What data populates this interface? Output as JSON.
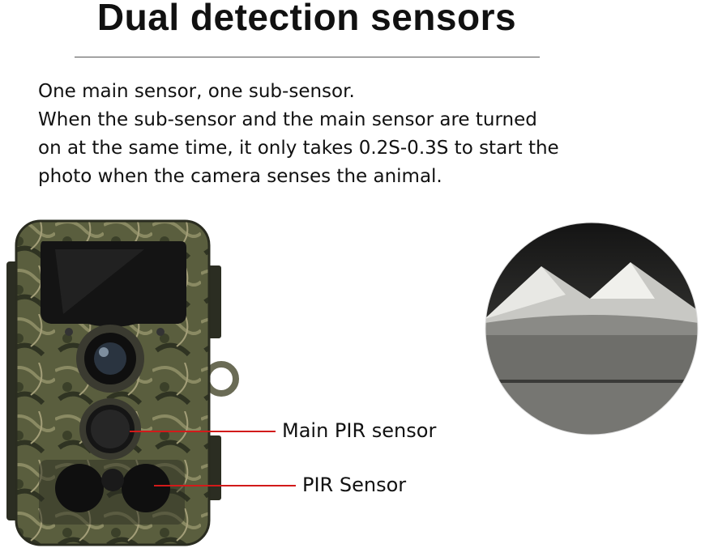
{
  "title": "Dual detection sensors",
  "description": [
    "One main sensor, one sub-sensor.",
    "When the sub-sensor and the main sensor are turned",
    "on at the same time, it only takes 0.2S-0.3S to start the",
    "photo when the camera senses the animal."
  ],
  "callouts": {
    "main_pir": "Main PIR sensor",
    "pir": "PIR Sensor"
  },
  "colors": {
    "callout_line": "#d21a1a"
  }
}
